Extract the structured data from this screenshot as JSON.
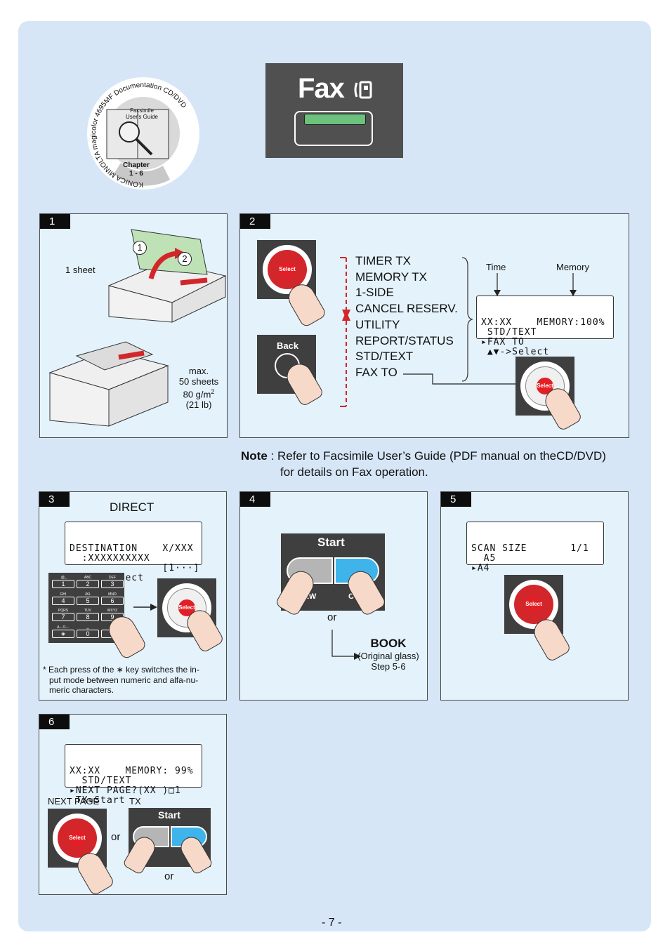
{
  "cd_disc": {
    "ring_text": "KONICA MINOLTA magicolor 4695MF Documentation CD/DVD",
    "book_line1": "Facsimile",
    "book_line2": "User's Guide",
    "chapter_label": "Chapter",
    "chapter_range": "1 - 6"
  },
  "fax_key": {
    "label": "Fax"
  },
  "step1": {
    "number": "1",
    "glass_note": "1 sheet",
    "marker_a": "1",
    "marker_b": "2",
    "adf_max": "max.",
    "adf_sheets": "50 sheets",
    "adf_weight": "80 g/m",
    "adf_weight_sup": "2",
    "adf_lb": "(21 lb)"
  },
  "step2": {
    "number": "2",
    "back_label": "Back",
    "menu": [
      "TIMER TX",
      "MEMORY TX",
      "1-SIDE",
      "CANCEL RESERV.",
      "UTILITY",
      "REPORT/STATUS",
      "STD/TEXT",
      "FAX TO"
    ],
    "time_label": "Time",
    "memory_label": "Memory",
    "lcd": [
      "XX:XX    MEMORY:100%",
      " STD/TEXT",
      "▸FAX TO",
      " ▲▼->Select"
    ]
  },
  "note": {
    "bold": "Note",
    "line1": ": Refer to Facsimile User’s Guide (PDF manual on theCD/DVD)",
    "line2": "for details on Fax operation."
  },
  "step3": {
    "number": "3",
    "title": "DIRECT",
    "lcd": [
      "DESTINATION    X/XXX",
      "  :XXXXXXXXXX",
      "               [1···]",
      " EDIT=Select"
    ],
    "keypad": [
      {
        "sub": ".@_",
        "key": "1"
      },
      {
        "sub": "ABC",
        "key": "2"
      },
      {
        "sub": "DEF",
        "key": "3"
      },
      {
        "sub": "GHI",
        "key": "4"
      },
      {
        "sub": "JKL",
        "key": "5"
      },
      {
        "sub": "MNO",
        "key": "6"
      },
      {
        "sub": "PQRS",
        "key": "7"
      },
      {
        "sub": "TUV",
        "key": "8"
      },
      {
        "sub": "WXYZ",
        "key": "9"
      },
      {
        "sub": "A↔/1···",
        "key": "∗"
      },
      {
        "sub": "␣",
        "key": "0"
      },
      {
        "sub": "",
        "key": "#"
      }
    ],
    "footnote_line1": "* Each press of the ∗ key switches the in-",
    "footnote_line2": "put mode between numeric and alfa-nu-",
    "footnote_line3": "meric characters."
  },
  "step4": {
    "number": "4",
    "start_label": "Start",
    "bw_label": "B&W",
    "color_label": "Color",
    "or": "or",
    "book_title": "BOOK",
    "book_sub1": "(Original glass)",
    "book_sub2": "Step 5-6"
  },
  "step5": {
    "number": "5",
    "lcd": [
      "SCAN SIZE       1/1",
      "  A5",
      "▸A4"
    ]
  },
  "step6": {
    "number": "6",
    "lcd": [
      "XX:XX    MEMORY: 99%",
      "  STD/TEXT",
      "▸NEXT PAGE?(XX )□1",
      " TX=Start"
    ],
    "next_page_label": "NEXT PAGE",
    "tx_label": "TX",
    "or1": "or",
    "or2": "or",
    "start_label": "Start"
  },
  "select_label": "Select",
  "page_number": "- 7 -",
  "colors": {
    "background": "#d6e6f7",
    "panel": "#e4f2fb",
    "accent_red": "#d2262b",
    "start_blue": "#3fb4ea",
    "fax_green": "#6cc27c"
  }
}
